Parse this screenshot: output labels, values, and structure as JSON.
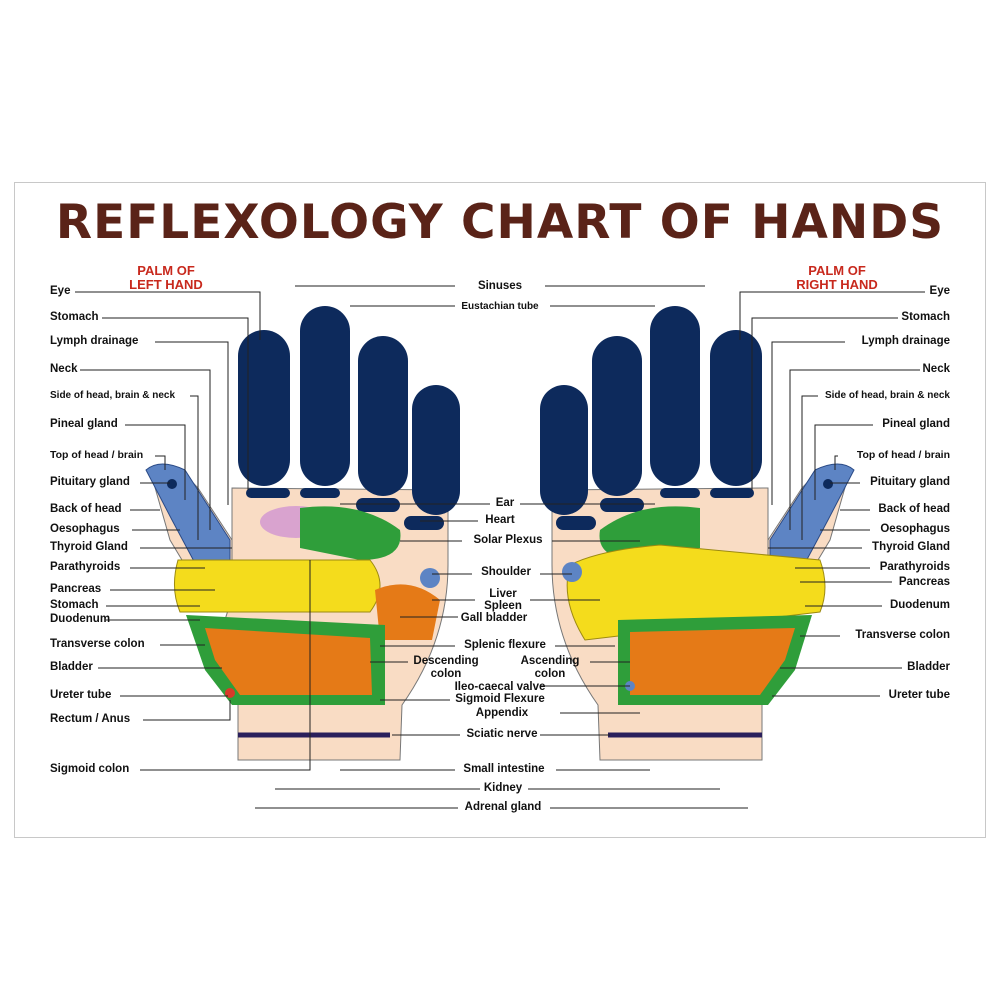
{
  "title": "REFLEXOLOGY CHART OF HANDS",
  "left_hand": {
    "caption_line1": "PALM OF",
    "caption_line2": "LEFT HAND",
    "labels": [
      "Eye",
      "Stomach",
      "Lymph drainage",
      "Neck",
      "Side of head, brain & neck",
      "Pineal gland",
      "Top of head / brain",
      "Pituitary gland",
      "Back of head",
      "Oesophagus",
      "Thyroid Gland",
      "Parathyroids",
      "Pancreas",
      "Stomach",
      "Duodenum",
      "Transverse colon",
      "Bladder",
      "Ureter tube",
      "Rectum / Anus",
      "Sigmoid colon"
    ]
  },
  "right_hand": {
    "caption_line1": "PALM OF",
    "caption_line2": "RIGHT HAND",
    "labels": [
      "Eye",
      "Stomach",
      "Lymph drainage",
      "Neck",
      "Side of head, brain & neck",
      "Pineal gland",
      "Top of head / brain",
      "Pituitary gland",
      "Back of head",
      "Oesophagus",
      "Thyroid Gland",
      "Parathyroids",
      "Pancreas",
      "Duodenum",
      "Transverse colon",
      "Bladder",
      "Ureter tube"
    ]
  },
  "center_labels": [
    "Sinuses",
    "Eustachian tube",
    "Ear",
    "Heart",
    "Solar Plexus",
    "Shoulder",
    "Liver",
    "Spleen",
    "Gall bladder",
    "Splenic flexure",
    "Descending colon",
    "Ascending colon",
    "Ileo-caecal valve",
    "Sigmoid Flexure",
    "Appendix",
    "Sciatic nerve",
    "Small intestine",
    "Kidney",
    "Adrenal gland"
  ],
  "colors": {
    "title": "#5a2318",
    "caption": "#c8291d",
    "fingers": "#0d2a5c",
    "head_zone": "#5d84c4",
    "skin": "#f9dcc4",
    "yellow_zone": "#f4dc1c",
    "green_zone": "#2f9e3a",
    "orange_zone": "#e57a17",
    "pink_zone": "#d9a3cf"
  }
}
